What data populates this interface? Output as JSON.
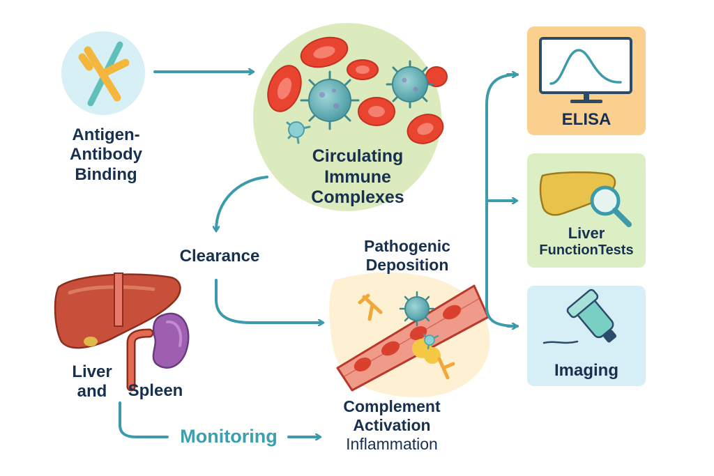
{
  "labels": {
    "antigen_antibody": [
      "Antigen-",
      "Antibody",
      "Binding"
    ],
    "circulating_immune_complexes": [
      "Circulating",
      "Immune",
      "Complexes"
    ],
    "clearance": "Clearance",
    "pathogenic_deposition": [
      "Pathogenic",
      "Deposition"
    ],
    "liver_and": [
      "Liver",
      "and"
    ],
    "spleen": "Spleen",
    "monitoring": "Monitoring",
    "complement_activation": [
      "Complement",
      "Activation",
      "Inflammation"
    ],
    "elisa": "ELISA",
    "liver_function_tests": [
      "Liver",
      "FunctionTests"
    ],
    "imaging": "Imaging"
  },
  "colors": {
    "arrow": "#3b9bab",
    "text": "#17304f",
    "monitoring_text": "#3ba0ad",
    "elisa_panel": "#fbd08f",
    "lft_panel": "#dcefc4",
    "imaging_panel": "#d6eff6",
    "circle_complexes": "#dcebbd",
    "circle_antibody": "#d6f0f6",
    "rbc": "#e8442f",
    "liver": "#c8503a",
    "spleen": "#9e5fb0"
  }
}
